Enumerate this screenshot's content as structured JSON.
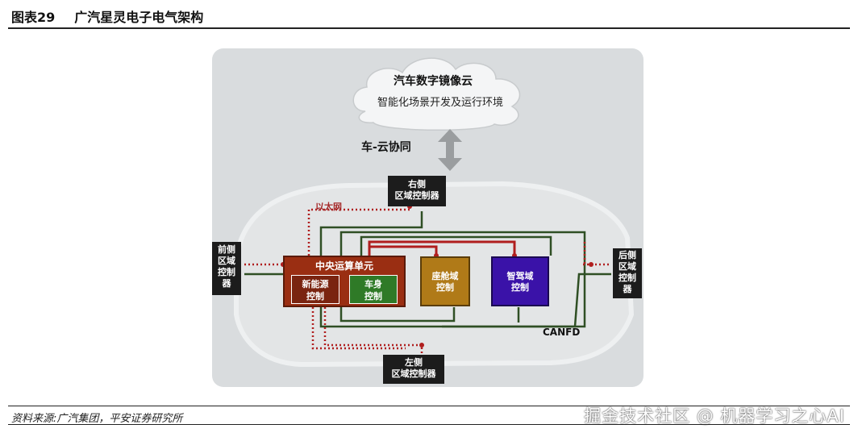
{
  "figure": {
    "number": "图表29",
    "title": "广汽星灵电子电气架构",
    "source": "资料来源:广汽集团，平安证券研究所",
    "watermark": "掘金技术社区 @ 机器学习之心AI"
  },
  "diagram": {
    "cloud_title": "汽车数字镜像云",
    "cloud_subtitle": "智能化场景开发及运行环境",
    "vehicle_cloud_label": "车-云协同",
    "ethernet_label": "以太网",
    "canfd_label": "CANFD",
    "right_zone": "右侧\n区域控制器",
    "left_zone": "左侧\n区域控制器",
    "front_zone": "前侧\n区域\n控制\n器",
    "rear_zone": "后侧\n区域\n控制\n器",
    "central_unit": "中央运算单元",
    "new_energy": "新能源\n控制",
    "body": "车身\n控制",
    "cockpit": "座舱域\n控制",
    "adas": "智驾域\n控制",
    "colors": {
      "ethernet": "#b01e1e",
      "canfd": "#2f4f24",
      "central": "#9a2e12",
      "new_energy": "#7a2410",
      "body": "#2f7a27",
      "cockpit": "#b07a18",
      "adas": "#3a12a8",
      "zone": "#1c1c1c"
    }
  }
}
